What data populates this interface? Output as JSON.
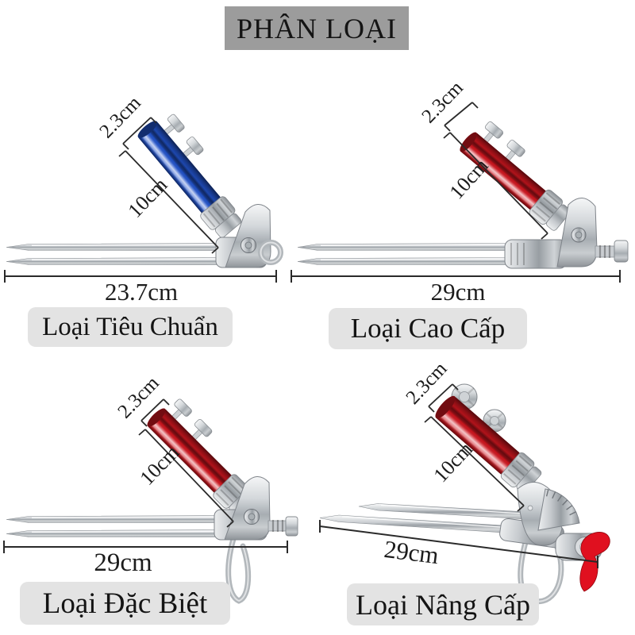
{
  "header": {
    "title": "PHÂN LOẠI"
  },
  "colors": {
    "background": "#ffffff",
    "header_bg": "#9c9c9c",
    "label_bg": "#e3e3e3",
    "text": "#141414",
    "dimension_line": "#2a2a2a",
    "metal_silver": "#c3c8cc",
    "standard_blue": "#2253cb",
    "premium_red": "#cf161f",
    "lever_red": "#e0101f"
  },
  "products": [
    {
      "id": "standard",
      "name": "Loại Tiêu Chuẩn",
      "tube_color": "#2253cb",
      "diameter": "2.3cm",
      "tube_length": "10cm",
      "total_length": "23.7cm"
    },
    {
      "id": "premium",
      "name": "Loại Cao Cấp",
      "tube_color": "#cf161f",
      "diameter": "2.3cm",
      "tube_length": "10cm",
      "total_length": "29cm"
    },
    {
      "id": "special",
      "name": "Loại Đặc Biệt",
      "tube_color": "#cf161f",
      "diameter": "2.3cm",
      "tube_length": "10cm",
      "total_length": "29cm"
    },
    {
      "id": "upgraded",
      "name": "Loại Nâng Cấp",
      "tube_color": "#cf161f",
      "diameter": "2.3cm",
      "tube_length": "10cm",
      "total_length": "29cm"
    }
  ]
}
